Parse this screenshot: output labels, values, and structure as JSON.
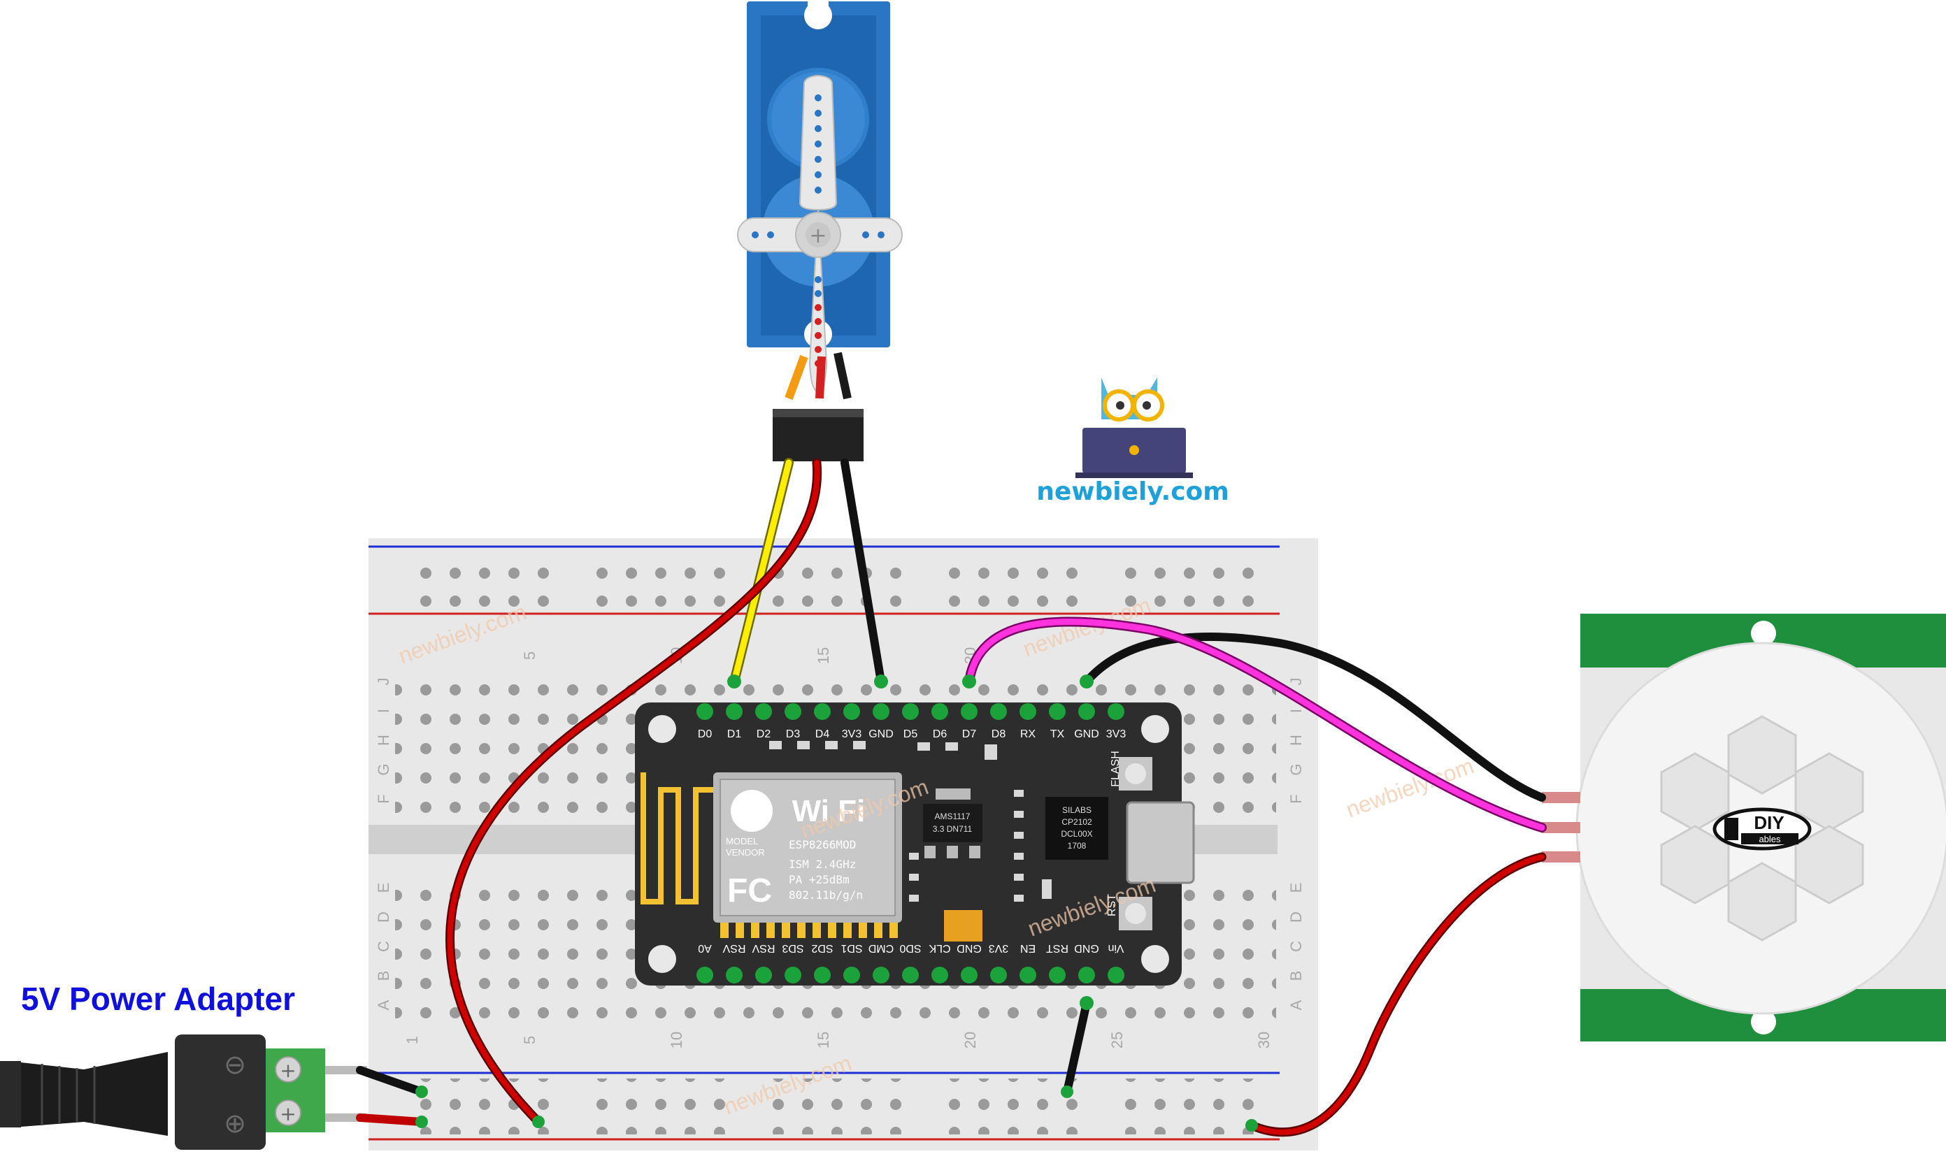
{
  "power_adapter": {
    "title": "5V Power Adapter",
    "minus_symbol": "⊖",
    "plus_symbol": "⊕"
  },
  "brand": {
    "site": "newbiely.com",
    "watermark": "newbiely.com"
  },
  "breadboard": {
    "row_letters_top": [
      "J",
      "I",
      "H",
      "G",
      "F"
    ],
    "row_letters_bottom": [
      "E",
      "D",
      "C",
      "B",
      "A"
    ],
    "column_numbers": [
      "1",
      "5",
      "10",
      "15",
      "20",
      "25",
      "30"
    ]
  },
  "esp8266": {
    "top_pins": [
      "D0",
      "D1",
      "D2",
      "D3",
      "D4",
      "3V3",
      "GND",
      "D5",
      "D6",
      "D7",
      "D8",
      "RX",
      "TX",
      "GND",
      "3V3"
    ],
    "bottom_pins": [
      "A0",
      "RSV",
      "RSV",
      "SD3",
      "SD2",
      "SD1",
      "CMD",
      "SD0",
      "CLK",
      "GND",
      "3V3",
      "EN",
      "RST",
      "GND",
      "Vin"
    ],
    "module_label": "Wi Fi",
    "module_text": [
      "MODEL",
      "VENDOR",
      "ESP8266MOD",
      "ISM 2.4GHz",
      "PA  +25dBm",
      "802.11b/g/n"
    ],
    "fc_mark": "FC",
    "usb_chip": [
      "SILABS",
      "CP2102",
      "DCL00X",
      "1708"
    ],
    "regulator": [
      "AMS1117",
      "3.3  DN711"
    ],
    "buttons": {
      "flash": "FLASH",
      "reset": "RST"
    }
  },
  "pir_sensor": {
    "logo_text": "DIY",
    "logo_sub": "ables"
  },
  "colors": {
    "breadboard": "#e6e6e6",
    "wire_red": "#c00000",
    "wire_black": "#1a1a1a",
    "wire_yellow": "#ffee00",
    "wire_magenta": "#ff33dd",
    "pcb_green": "#1e8f3c",
    "servo_blue": "#2a75c4",
    "title_blue": "#1010dd",
    "brand_blue": "#1ea0d8"
  }
}
